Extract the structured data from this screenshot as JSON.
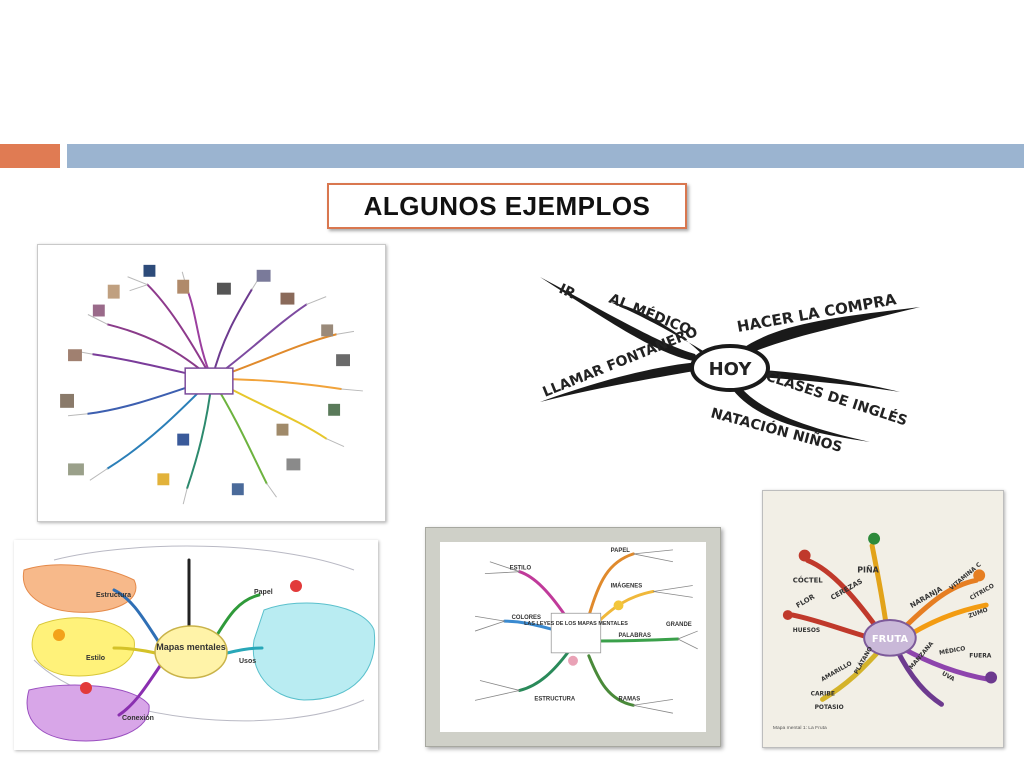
{
  "title": "ALGUNOS EJEMPLOS",
  "colors": {
    "accent_orange": "#e07b53",
    "accent_blue": "#9bb4d0"
  },
  "hoy_map": {
    "center": "HOY",
    "b1": "IR",
    "b2": "AL MÉDICO",
    "b3": "HACER LA COMPRA",
    "b4": "LLAMAR FONTANERO",
    "b5": "CLASES DE INGLÉS",
    "b6": "NATACIÓN NIÑOS"
  },
  "mapas_map": {
    "center": "Mapas mentales",
    "estructura": "Estructura",
    "estilo": "Estilo",
    "papel": "Papel",
    "conexion": "Conexión",
    "usos": "Usos"
  },
  "leyes_map": {
    "center": "LAS LEYES DE LOS MAPAS MENTALES",
    "estilo": "ESTILO",
    "papel": "PAPEL",
    "imagenes": "IMÁGENES",
    "colores": "COLORES",
    "palabras": "PALABRAS",
    "estructura": "ESTRUCTURA",
    "ramas": "RAMAS",
    "grande": "GRANDE"
  },
  "fruta_map": {
    "center": "FRUTA",
    "coctel": "CÓCTEL",
    "pina": "PIÑA",
    "flor": "FLOR",
    "cerezas": "CEREZAS",
    "naranja": "NARANJA",
    "vitamina": "VITAMINA C",
    "citrico": "CÍTRICO",
    "zumo": "ZUMO",
    "huesos": "HUESOS",
    "caribe": "CARIBE",
    "amarillo": "AMARILLO",
    "platano": "PLÁTANO",
    "manzana": "MANZANA",
    "medico": "MÉDICO",
    "fuera": "FUERA",
    "uva": "UVA",
    "potasio": "POTASIO",
    "caption": "Mapa mental 1: La Fruta"
  }
}
